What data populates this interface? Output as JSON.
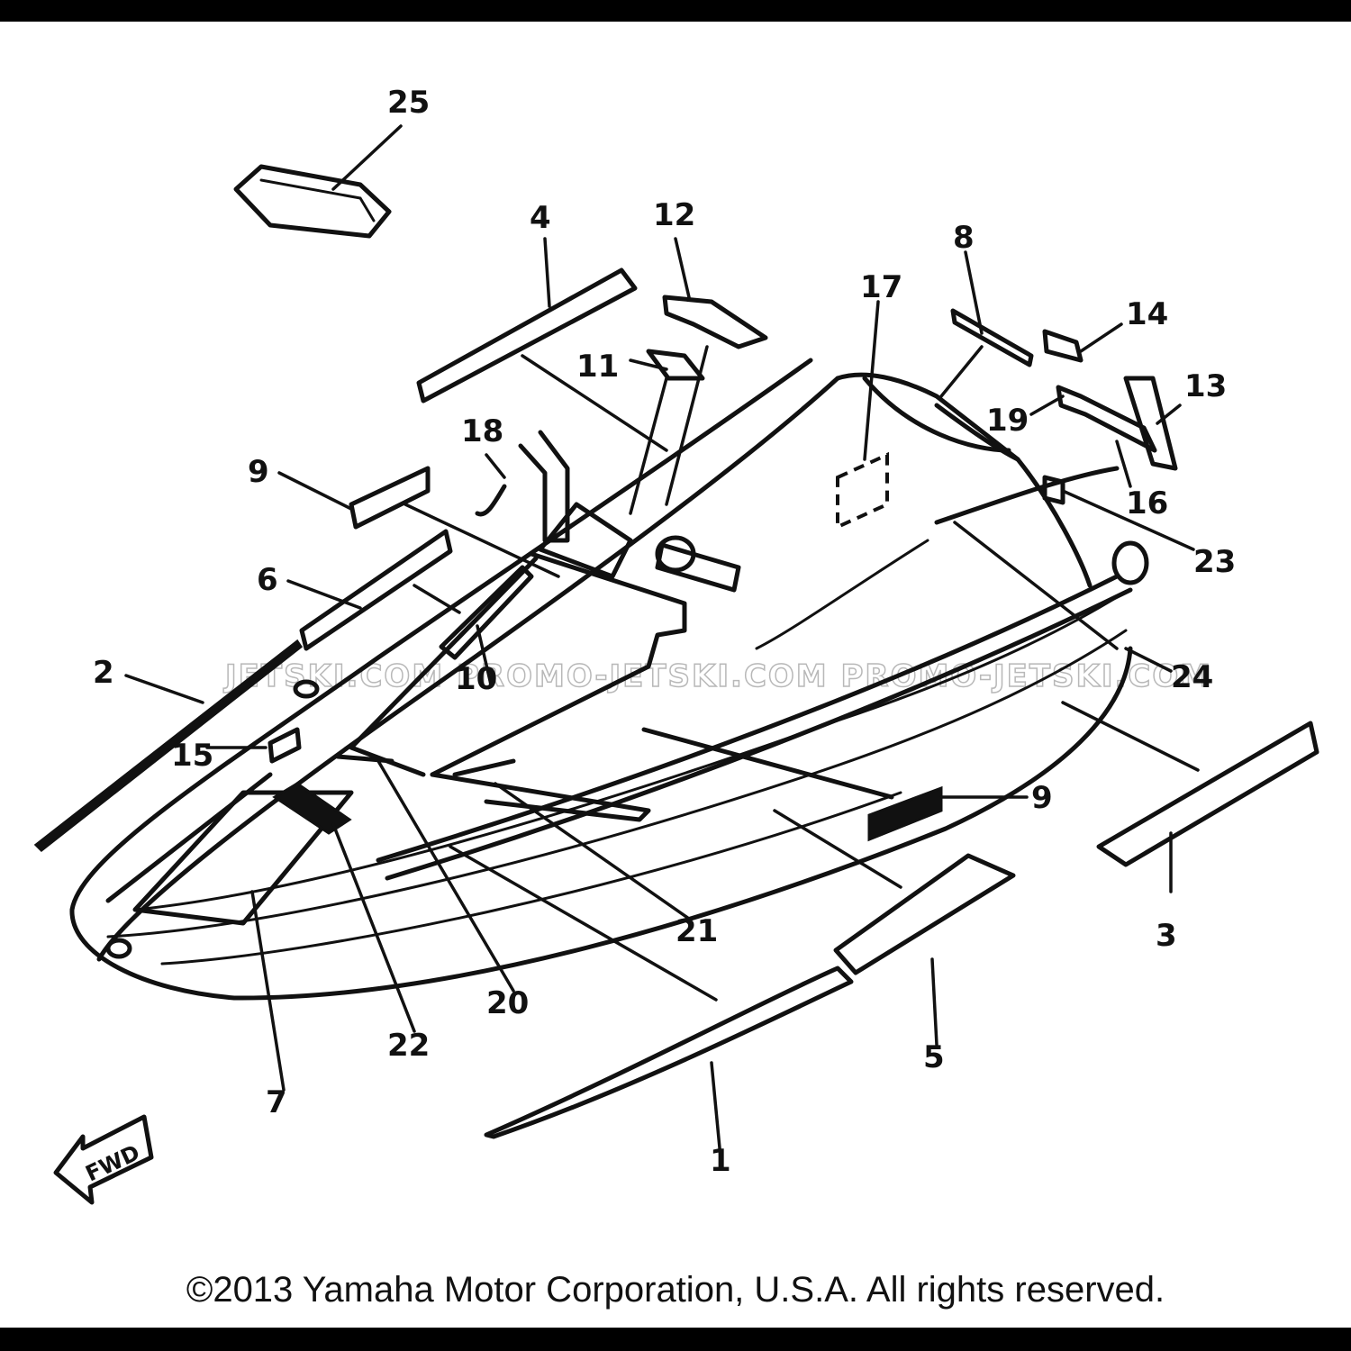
{
  "callouts": {
    "c1": "1",
    "c2": "2",
    "c3": "3",
    "c4": "4",
    "c5": "5",
    "c6": "6",
    "c7": "7",
    "c8": "8",
    "c9a": "9",
    "c9b": "9",
    "c10": "10",
    "c11": "11",
    "c12": "12",
    "c13": "13",
    "c14": "14",
    "c15": "15",
    "c16": "16",
    "c17": "17",
    "c18": "18",
    "c19": "19",
    "c20": "20",
    "c21": "21",
    "c22": "22",
    "c23": "23",
    "c24": "24",
    "c25": "25"
  },
  "fwd_arrow_label": "FWD",
  "watermark": "JETSKI.COM  PROMO-JETSKI.COM  PROMO-JETSKI.COM",
  "copyright": "©2013 Yamaha Motor Corporation, U.S.A. All rights reserved.",
  "colors": {
    "background": "#ffffff",
    "border": "#000000",
    "ink": "#111111"
  }
}
